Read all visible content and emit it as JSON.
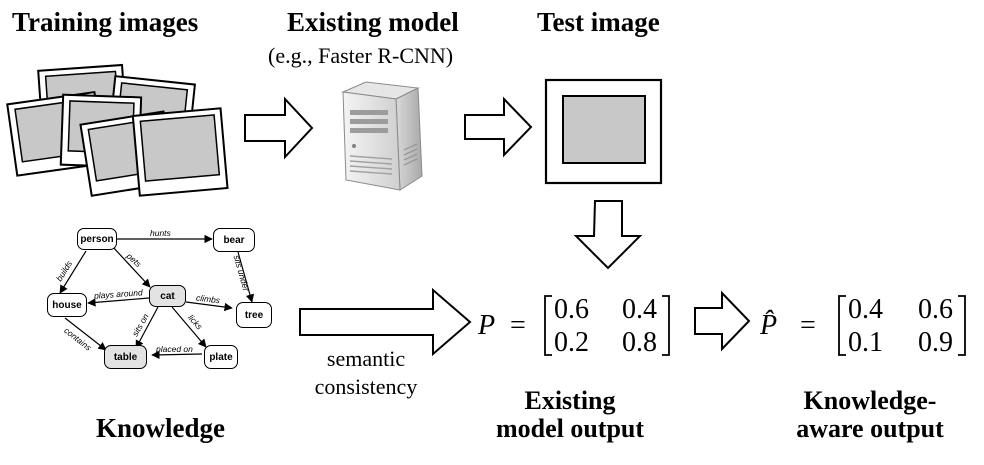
{
  "headings": {
    "training_images": "Training images",
    "existing_model": "Existing model",
    "existing_model_sub": "(e.g., Faster R-CNN)",
    "test_image": "Test image",
    "knowledge": "Knowledge"
  },
  "arrow_caption": {
    "line1": "semantic",
    "line2": "consistency"
  },
  "outputs": {
    "existing": {
      "line1": "Existing",
      "line2": "model output",
      "symbol": "P",
      "equals": "=",
      "matrix": [
        [
          "0.6",
          "0.4"
        ],
        [
          "0.2",
          "0.8"
        ]
      ]
    },
    "knowledge_aware": {
      "line1": "Knowledge-",
      "line2": "aware output",
      "symbol": "P̂",
      "equals": "=",
      "matrix": [
        [
          "0.4",
          "0.6"
        ],
        [
          "0.1",
          "0.9"
        ]
      ]
    }
  },
  "graph": {
    "nodes": {
      "person": "person",
      "bear": "bear",
      "house": "house",
      "cat": "cat",
      "tree": "tree",
      "table": "table",
      "plate": "plate"
    },
    "edges": {
      "hunts": "hunts",
      "pets": "pets",
      "builds": "builds",
      "sits_under": "sits under",
      "plays_around": "plays around",
      "climbs": "climbs",
      "contains": "contains",
      "sits_on": "sits on",
      "licks": "licks",
      "placed_on": "placed on"
    }
  }
}
